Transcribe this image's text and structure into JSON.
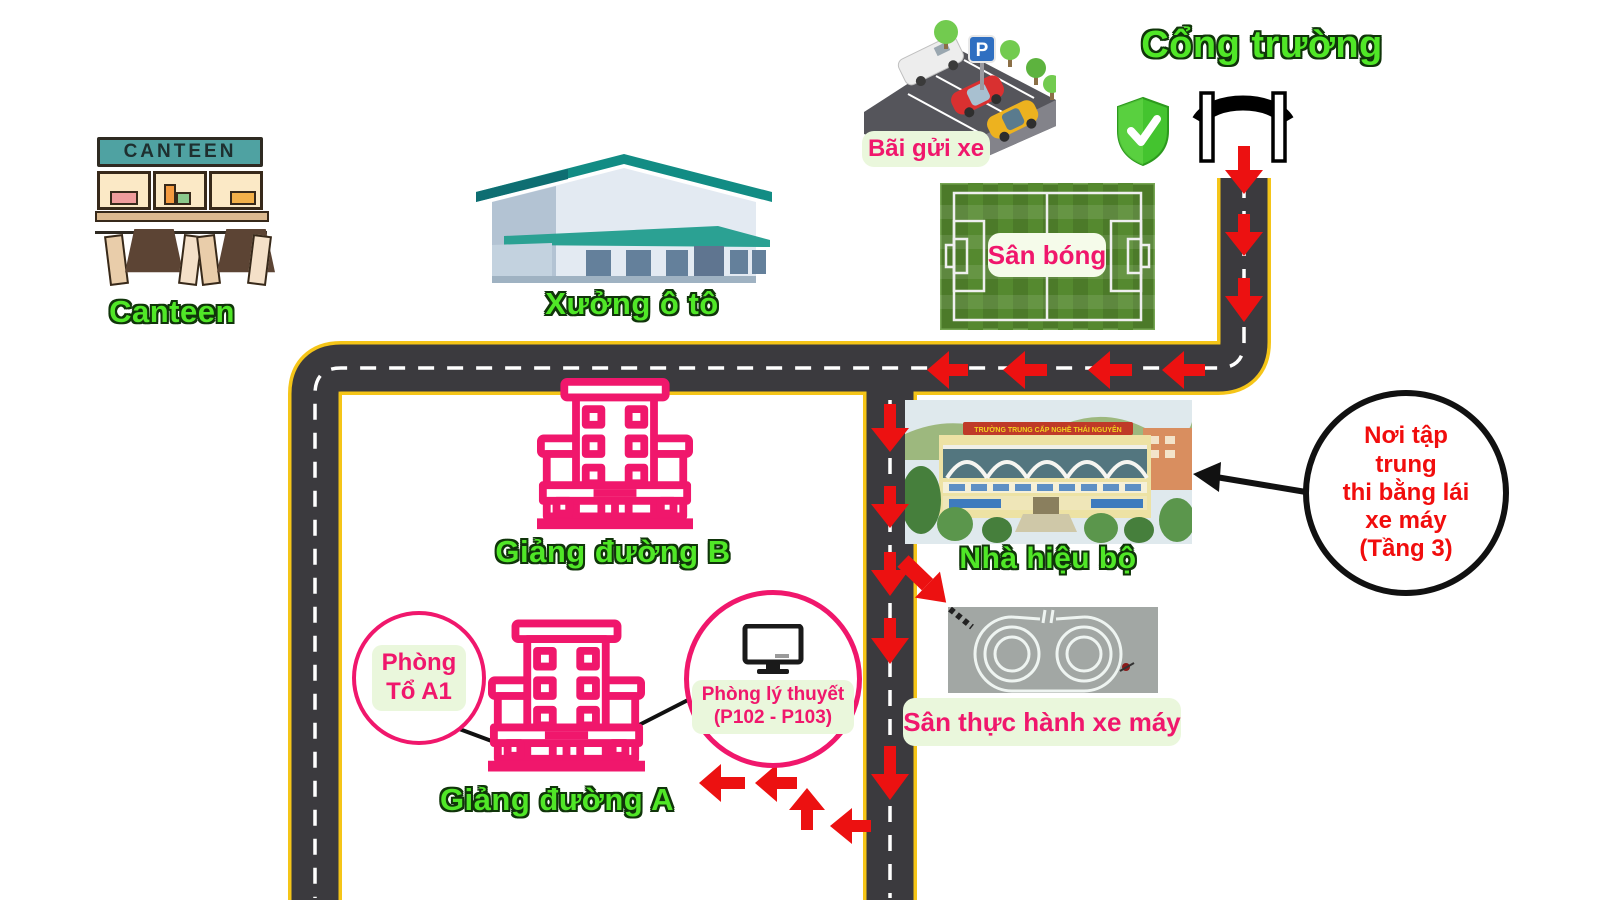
{
  "colors": {
    "green_label": "#50E727",
    "pink_accent": "#F0176C",
    "arrow_red": "#EC1111",
    "road_dark": "#3B3A3E",
    "road_edge_yellow": "#F5C518",
    "note_red": "#F10D0D",
    "label_bg_green": "#EAF7DC"
  },
  "labels": {
    "gate": "Cổng trường",
    "canteen_sign": "CANTEEN",
    "canteen": "Canteen",
    "workshop": "Xưởng ô tô",
    "parking": "Bãi gửi xe",
    "parking_sign": "P",
    "field": "Sân bóng",
    "admin": "Nhà hiệu bộ",
    "admin_banner": "TRƯỜNG TRUNG CẤP NGHỀ THÁI NGUYÊN",
    "hall_b": "Giảng đường B",
    "hall_a": "Giảng đường A",
    "practice": "Sân thực hành xe máy"
  },
  "callouts": {
    "room_a1": {
      "line1": "Phòng",
      "line2": "Tổ A1"
    },
    "theory": {
      "line1": "Phòng lý thuyết",
      "line2": "(P102 - P103)"
    },
    "exam": {
      "lines": [
        "Nơi tập",
        "trung",
        "thi bằng lái",
        "xe máy",
        "(Tầng 3)"
      ]
    }
  }
}
